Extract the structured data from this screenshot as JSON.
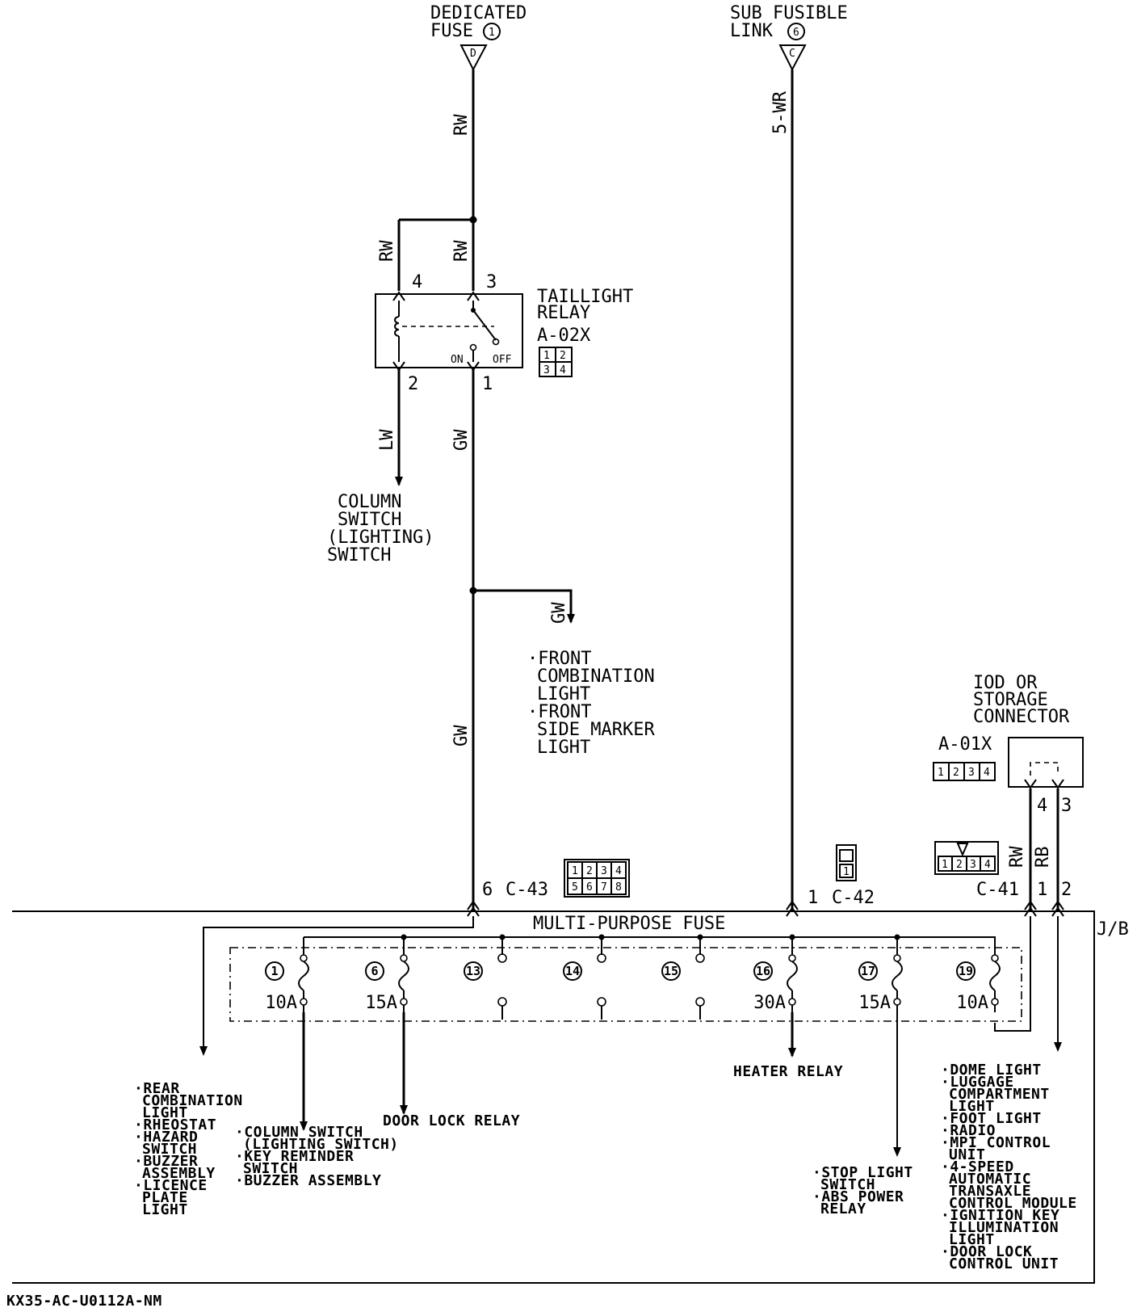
{
  "sources": {
    "dedicated_fuse": [
      "DEDICATED",
      "FUSE"
    ],
    "dedicated_fuse_no": "1",
    "dedicated_fuse_tag": "D",
    "sub_fusible_link": [
      "SUB FUSIBLE",
      "LINK"
    ],
    "sub_fusible_link_no": "6",
    "sub_fusible_link_tag": "C"
  },
  "wire_colors": {
    "rw_main": "RW",
    "rw_left": "RW",
    "rw_right": "RW",
    "lw": "LW",
    "gw_relay_out": "GW",
    "gw_branch": "GW",
    "gw_lower": "GW",
    "five_wr": "5-WR",
    "rw_iod": "RW",
    "rb_iod": "RB"
  },
  "relay": {
    "title": [
      "TAILLIGHT",
      "RELAY"
    ],
    "code": "A-02X",
    "pin_grid": [
      "1",
      "2",
      "3",
      "4"
    ],
    "pins": {
      "p4": "4",
      "p3": "3",
      "p2": "2",
      "p1": "1"
    },
    "on_label": "ON",
    "off_label": "OFF"
  },
  "column_switch": [
    "COLUMN",
    "SWITCH",
    "(LIGHTING)",
    "SWITCH"
  ],
  "front_branch": [
    "·FRONT",
    "COMBINATION",
    "LIGHT",
    "·FRONT",
    "SIDE MARKER",
    "LIGHT"
  ],
  "iod": {
    "title": [
      "IOD OR",
      "STORAGE",
      "CONNECTOR"
    ],
    "code": "A-01X",
    "pin_grid": [
      "1",
      "2",
      "3",
      "4"
    ],
    "pin4": "4",
    "pin3": "3"
  },
  "connectors": {
    "c43": "C-43",
    "c43_pin": "6",
    "c43_grid": [
      "1",
      "2",
      "3",
      "4",
      "5",
      "6",
      "7",
      "8"
    ],
    "c42": "C-42",
    "c42_pin": "1",
    "c42_grid": [
      "1"
    ],
    "c41": "C-41",
    "c41_pin1": "1",
    "c41_pin2": "2",
    "c41_grid": [
      "1",
      "2",
      "3",
      "4"
    ]
  },
  "jb_label": "J/B",
  "fuse_block": {
    "title": "MULTI-PURPOSE FUSE",
    "fuses": [
      {
        "no": "1",
        "amp": "10A"
      },
      {
        "no": "6",
        "amp": "15A"
      },
      {
        "no": "13",
        "amp": ""
      },
      {
        "no": "14",
        "amp": ""
      },
      {
        "no": "15",
        "amp": ""
      },
      {
        "no": "16",
        "amp": "30A"
      },
      {
        "no": "17",
        "amp": "15A"
      },
      {
        "no": "19",
        "amp": "10A"
      }
    ]
  },
  "loads": {
    "rear": [
      "·REAR",
      "COMBINATION",
      "LIGHT",
      "·RHEOSTAT",
      "·HAZARD",
      "SWITCH",
      "·BUZZER",
      "ASSEMBLY",
      "·LICENCE",
      "PLATE",
      "LIGHT"
    ],
    "column": [
      "·COLUMN SWITCH",
      "(LIGHTING SWITCH)",
      "·KEY REMINDER",
      "SWITCH",
      "·BUZZER ASSEMBLY"
    ],
    "door_lock_relay": "DOOR LOCK RELAY",
    "heater_relay": "HEATER RELAY",
    "stop": [
      "·STOP LIGHT",
      "SWITCH",
      "·ABS POWER",
      "RELAY"
    ],
    "dome": [
      "·DOME LIGHT",
      "·LUGGAGE",
      "COMPARTMENT",
      "LIGHT",
      "·FOOT LIGHT",
      "·RADIO",
      "·MPI CONTROL",
      "UNIT",
      "·4-SPEED",
      "AUTOMATIC",
      "TRANSAXLE",
      "CONTROL MODULE",
      "·IGNITION KEY",
      "ILLUMINATION",
      "LIGHT",
      "·DOOR LOCK",
      "CONTROL UNIT"
    ]
  },
  "footer_code": "KX35-AC-U0112A-NM"
}
